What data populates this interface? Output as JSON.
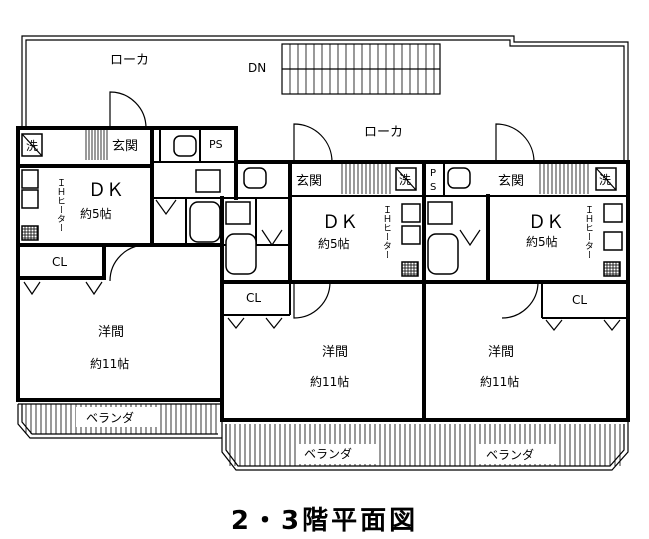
{
  "title": "2・3階平面図",
  "labels": {
    "loka": "ローカ",
    "dn": "DN",
    "genkan": "玄関",
    "wash": "洗",
    "ps": "PS",
    "dk": "ＤＫ",
    "dk_size": "約5帖",
    "ih_heater": "ＩＨヒーター",
    "cl": "CL",
    "youma": "洋間",
    "youma_size": "約11帖",
    "balcony": "ベランダ"
  }
}
